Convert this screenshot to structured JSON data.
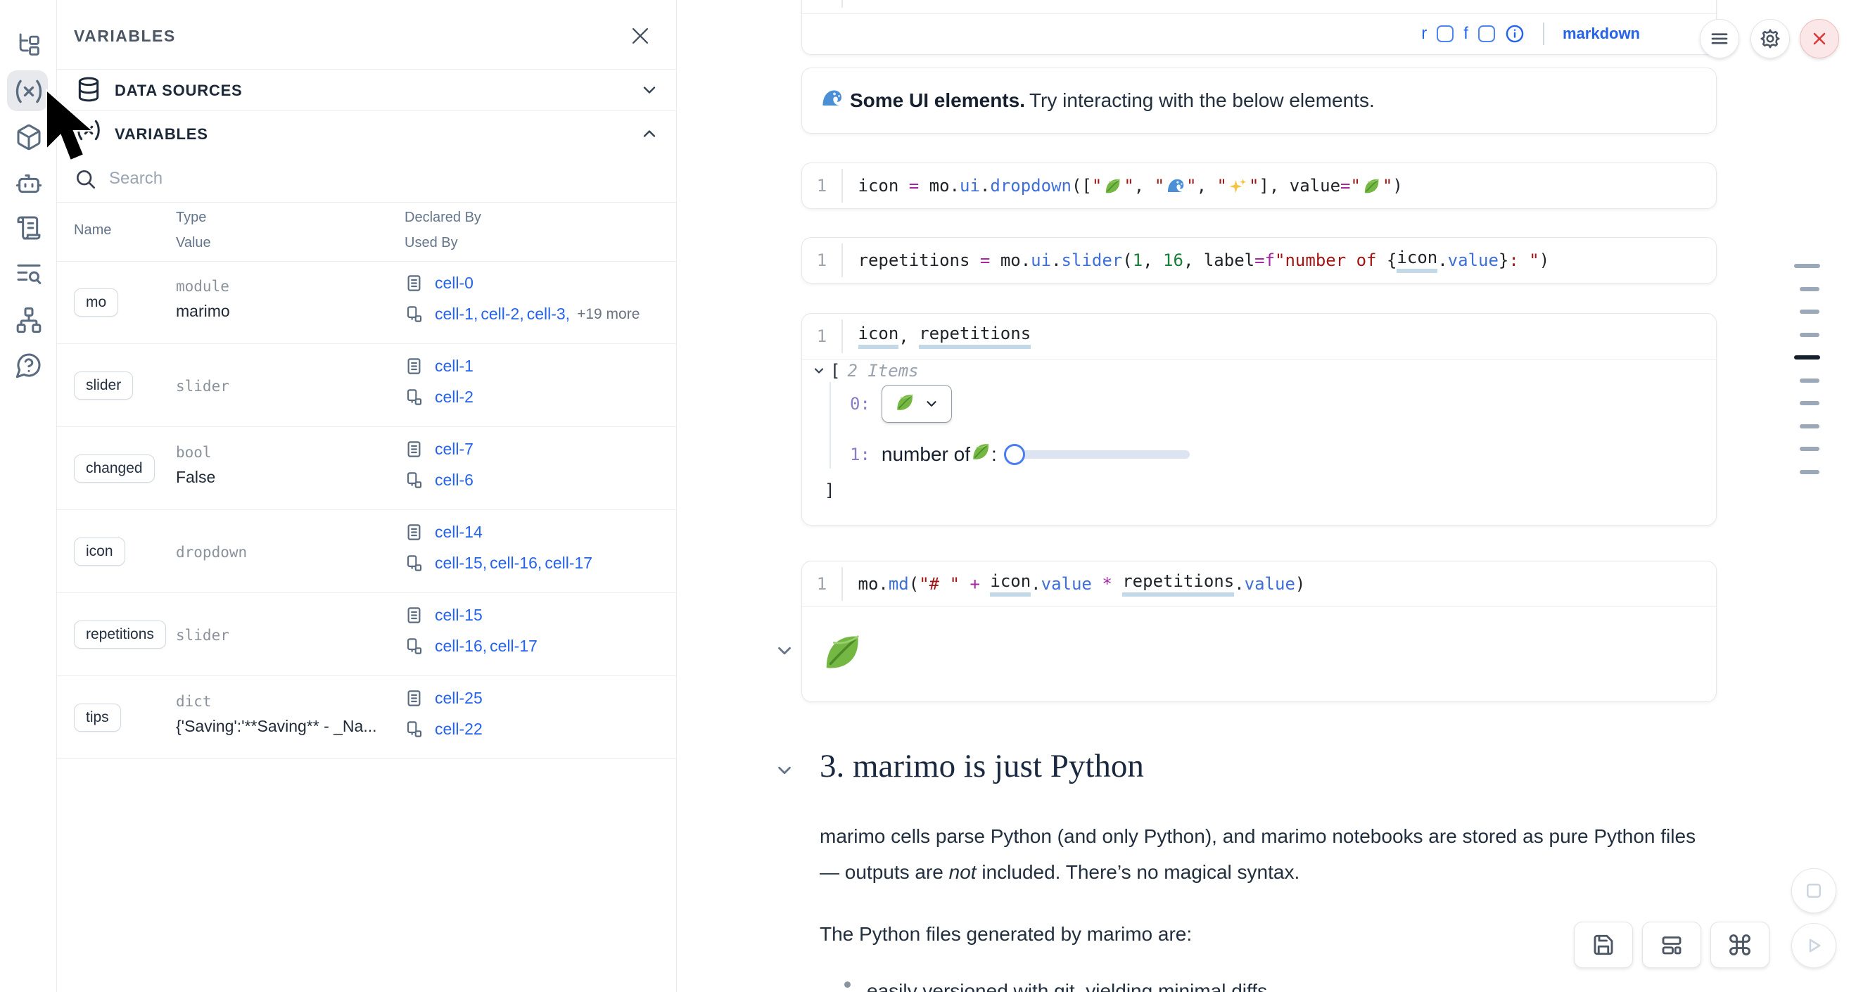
{
  "sidebar": {
    "icons": [
      "file-tree",
      "variables",
      "package",
      "ai-assistant",
      "scratchpad",
      "logs",
      "dependency-graph",
      "help"
    ],
    "active_icon": "variables"
  },
  "panel": {
    "title": "VARIABLES",
    "close_icon": "x",
    "sections": [
      {
        "label": "DATA SOURCES",
        "icon": "database",
        "state": "collapsed"
      },
      {
        "label": "VARIABLES",
        "icon": "parentheses-x",
        "state": "expanded"
      }
    ],
    "search": {
      "placeholder": "Search",
      "icon": "magnifier"
    },
    "table": {
      "headers": {
        "name": "Name",
        "type": "Type",
        "value": "Value",
        "declared": "Declared By",
        "used": "Used By"
      },
      "rows": [
        {
          "name": "mo",
          "type": "module",
          "value": "marimo",
          "declared": [
            "cell-0"
          ],
          "used": [
            "cell-1",
            "cell-2",
            "cell-3"
          ],
          "used_more": "+19 more"
        },
        {
          "name": "slider",
          "type": "slider",
          "value": "",
          "declared": [
            "cell-1"
          ],
          "used": [
            "cell-2"
          ],
          "used_more": ""
        },
        {
          "name": "changed",
          "type": "bool",
          "value": "False",
          "declared": [
            "cell-7"
          ],
          "used": [
            "cell-6"
          ],
          "used_more": ""
        },
        {
          "name": "icon",
          "type": "dropdown",
          "value": "",
          "declared": [
            "cell-14"
          ],
          "used": [
            "cell-15",
            "cell-16",
            "cell-17"
          ],
          "used_more": ""
        },
        {
          "name": "repetitions",
          "type": "slider",
          "value": "",
          "declared": [
            "cell-15"
          ],
          "used": [
            "cell-16",
            "cell-17"
          ],
          "used_more": ""
        },
        {
          "name": "tips",
          "type": "dict",
          "value": "{'Saving':'**Saving** - _Na...",
          "declared": [
            "cell-25"
          ],
          "used": [
            "cell-22"
          ],
          "used_more": ""
        }
      ]
    }
  },
  "notebook": {
    "top_cell": {
      "line_no": "1",
      "tokens": [
        {
          "x": "**",
          "s": "p"
        },
        {
          "e": "wave"
        },
        {
          "x": " Some UI elements.** Try interacting with the below elements.",
          "s": "p"
        }
      ],
      "footer": {
        "r_label": "r",
        "f_label": "f",
        "info_icon": "info",
        "language": "markdown"
      }
    },
    "md_output": {
      "emoji": "wave",
      "bold": "Some UI elements.",
      "rest": "Try interacting with the below elements."
    },
    "cells": [
      {
        "line_no": "1",
        "tokens": [
          {
            "x": "icon",
            "s": "k"
          },
          {
            "x": " ",
            "s": "p"
          },
          {
            "x": "=",
            "s": "op"
          },
          {
            "x": " ",
            "s": "p"
          },
          {
            "x": "mo",
            "s": "k"
          },
          {
            "x": ".",
            "s": "p"
          },
          {
            "x": "ui",
            "s": "fn"
          },
          {
            "x": ".",
            "s": "p"
          },
          {
            "x": "dropdown",
            "s": "fn"
          },
          {
            "x": "([",
            "s": "p"
          },
          {
            "x": "\"",
            "s": "str"
          },
          {
            "e": "leaf"
          },
          {
            "x": "\"",
            "s": "str"
          },
          {
            "x": ", ",
            "s": "p"
          },
          {
            "x": "\"",
            "s": "str"
          },
          {
            "e": "wave"
          },
          {
            "x": "\"",
            "s": "str"
          },
          {
            "x": ", ",
            "s": "p"
          },
          {
            "x": "\"",
            "s": "str"
          },
          {
            "e": "spark"
          },
          {
            "x": "\"",
            "s": "str"
          },
          {
            "x": "], ",
            "s": "p"
          },
          {
            "x": "value",
            "s": "k"
          },
          {
            "x": "=",
            "s": "op"
          },
          {
            "x": "\"",
            "s": "str"
          },
          {
            "e": "leaf"
          },
          {
            "x": "\"",
            "s": "str"
          },
          {
            "x": ")",
            "s": "p"
          }
        ]
      },
      {
        "line_no": "1",
        "tokens": [
          {
            "x": "repetitions",
            "s": "k"
          },
          {
            "x": " ",
            "s": "p"
          },
          {
            "x": "=",
            "s": "op"
          },
          {
            "x": " ",
            "s": "p"
          },
          {
            "x": "mo",
            "s": "k"
          },
          {
            "x": ".",
            "s": "p"
          },
          {
            "x": "ui",
            "s": "fn"
          },
          {
            "x": ".",
            "s": "p"
          },
          {
            "x": "slider",
            "s": "fn"
          },
          {
            "x": "(",
            "s": "p"
          },
          {
            "x": "1",
            "s": "num"
          },
          {
            "x": ", ",
            "s": "p"
          },
          {
            "x": "16",
            "s": "num"
          },
          {
            "x": ", ",
            "s": "p"
          },
          {
            "x": "label",
            "s": "k"
          },
          {
            "x": "=",
            "s": "op"
          },
          {
            "x": "f",
            "s": "op"
          },
          {
            "x": "\"number of ",
            "s": "str"
          },
          {
            "x": "{",
            "s": "p"
          },
          {
            "x": "icon",
            "s": "u"
          },
          {
            "x": ".",
            "s": "p"
          },
          {
            "x": "value",
            "s": "fn"
          },
          {
            "x": "}",
            "s": "p"
          },
          {
            "x": ": \"",
            "s": "str"
          },
          {
            "x": ")",
            "s": "p"
          }
        ]
      },
      {
        "line_no": "1",
        "tokens": [
          {
            "x": "icon",
            "s": "u"
          },
          {
            "x": ", ",
            "s": "p"
          },
          {
            "x": "repetitions",
            "s": "u"
          }
        ]
      },
      {
        "line_no": "1",
        "tokens": [
          {
            "x": "mo",
            "s": "k"
          },
          {
            "x": ".",
            "s": "p"
          },
          {
            "x": "md",
            "s": "fn"
          },
          {
            "x": "(",
            "s": "p"
          },
          {
            "x": "\"# \"",
            "s": "str"
          },
          {
            "x": " ",
            "s": "p"
          },
          {
            "x": "+",
            "s": "op"
          },
          {
            "x": " ",
            "s": "p"
          },
          {
            "x": "icon",
            "s": "u"
          },
          {
            "x": ".",
            "s": "p"
          },
          {
            "x": "value",
            "s": "fn"
          },
          {
            "x": " ",
            "s": "p"
          },
          {
            "x": "*",
            "s": "op"
          },
          {
            "x": " ",
            "s": "p"
          },
          {
            "x": "repetitions",
            "s": "u"
          },
          {
            "x": ".",
            "s": "p"
          },
          {
            "x": "value",
            "s": "fn"
          },
          {
            "x": ")",
            "s": "p"
          }
        ]
      }
    ],
    "list_output": {
      "open_bracket": "[",
      "items_label": "2 Items",
      "index0": "0:",
      "dropdown_value": "leaf",
      "index1": "1:",
      "slider_label_pre": "number of ",
      "slider_label_emoji": "leaf",
      "slider_label_post": ":",
      "close_bracket": "]"
    },
    "md_result_emoji": "leaf",
    "heading": "3. marimo is just Python",
    "para1_line1": "marimo cells parse Python (and only Python), and marimo notebooks are stored as pure Python files",
    "para1_line2_pre": "— outputs are ",
    "para1_line2_em": "not",
    "para1_line2_post": " included. There’s no magical syntax.",
    "para2": "The Python files generated by marimo are:",
    "bullet1": "easily versioned with git, yielding minimal diffs"
  },
  "controls": {
    "top_right_icons": [
      "hamburger-menu",
      "gear",
      "close-red-x"
    ],
    "bottom_right_icons": [
      "save",
      "layout",
      "command-palette",
      "scratchpad-square",
      "run-play"
    ]
  },
  "minimap": {
    "marks": [
      "wide",
      "normal",
      "normal",
      "normal",
      "active",
      "normal",
      "normal",
      "normal",
      "normal",
      "normal"
    ]
  }
}
